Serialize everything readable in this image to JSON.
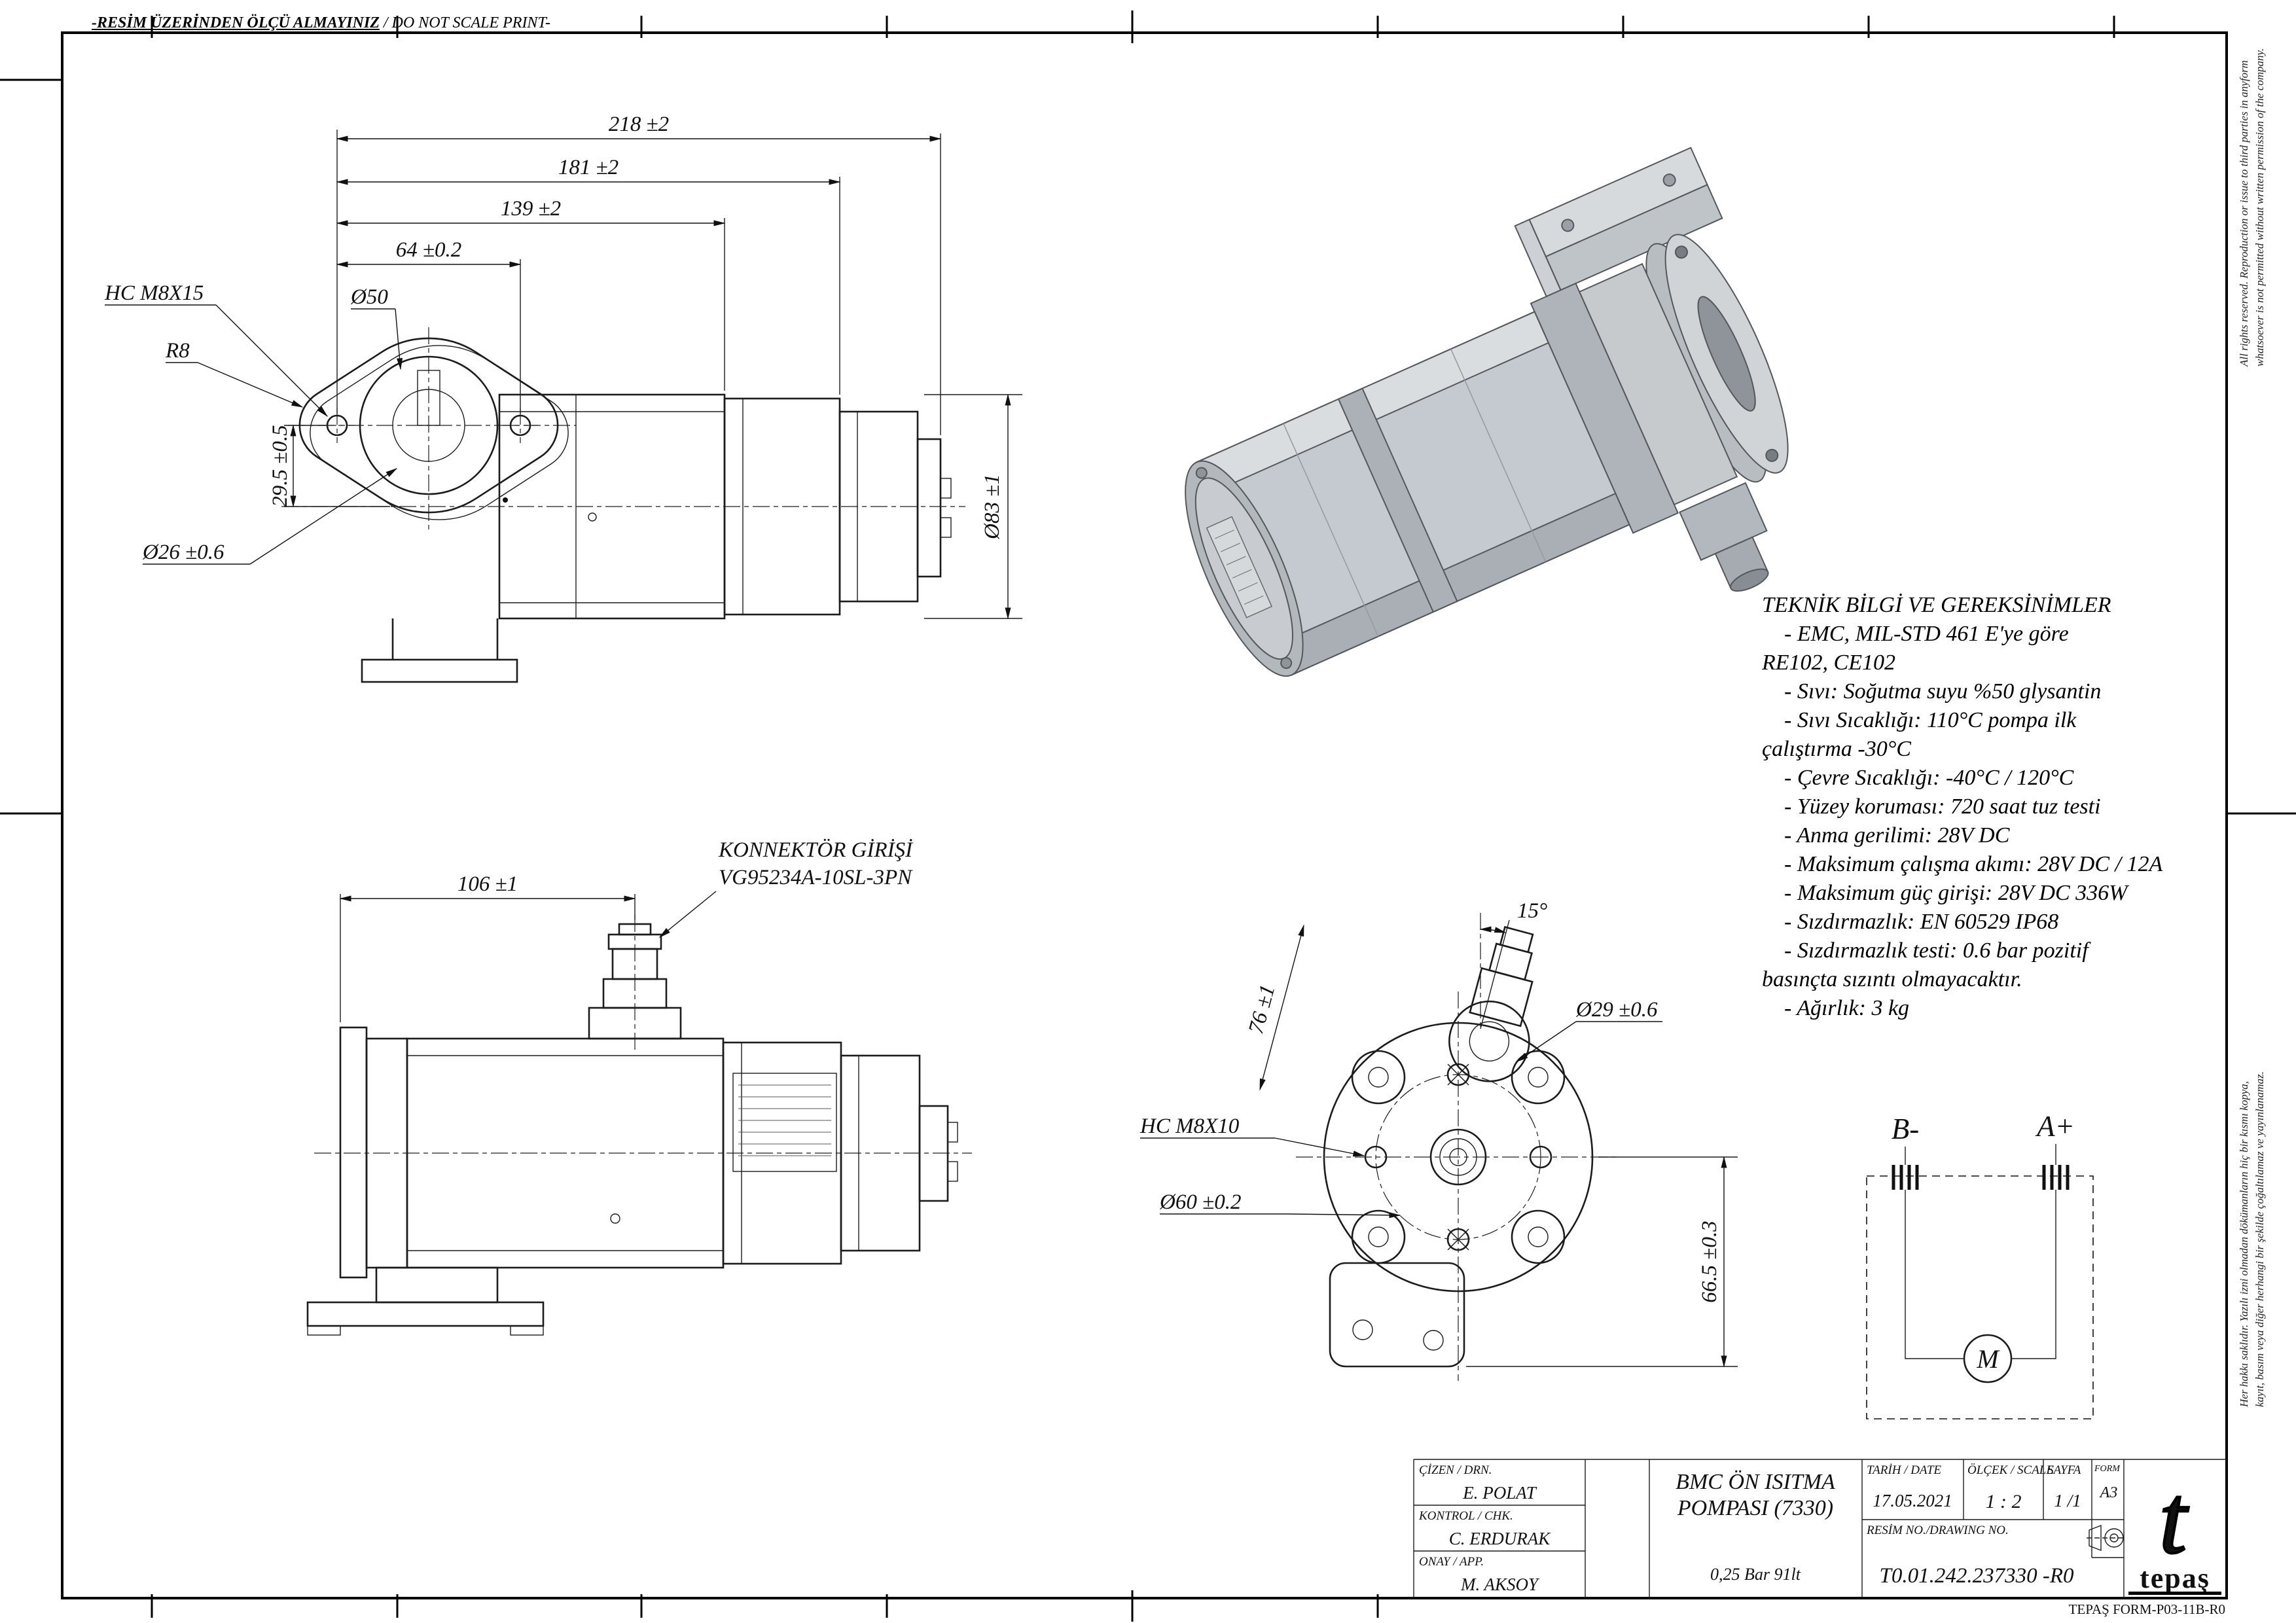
{
  "page": {
    "no_scale_tr": "-RESİM ÜZERİNDEN ÖLÇÜ ALMAYINIZ",
    "no_scale_en": " / DO NOT SCALE PRINT-",
    "form_ref": "TEPAŞ FORM-P03-11B-R0",
    "copyright_en_1": "All rights reserved. Reproduction or issue to third parties in anyform",
    "copyright_en_2": "whatsoever is not permitted without written permission of the company.",
    "copyright_tr_1": "Her hakkı saklıdır. Yazılı izni olmadan dökümanların hiç bir kısmı kopya,",
    "copyright_tr_2": "kayıt, basım veya diğer herhangi bir şekilde çoğaltılamaz ve yayınlanamaz."
  },
  "side_view": {
    "dim_218": "218 ±2",
    "dim_181": "181 ±2",
    "dim_139": "139 ±2",
    "dim_64": "64 ±0.2",
    "dia_50": "Ø50",
    "hc_label": "HC M8X15",
    "r8_label": "R8",
    "dim_29_5": "29.5 ±0.5",
    "dia_26": "Ø26 ±0.6",
    "dia_83": "Ø83 ±1"
  },
  "bottom_view": {
    "dim_106": "106 ±1",
    "connector_line1": "KONNEKTÖR GİRİŞİ",
    "connector_line2": "VG95234A-10SL-3PN"
  },
  "front_view": {
    "angle_15": "15°",
    "dim_76": "76 ±1",
    "dia_29": "Ø29 ±0.6",
    "hc_label": "HC M8X10",
    "dia_60": "Ø60 ±0.2",
    "dim_66_5": "66.5 ±0.3"
  },
  "tech_info": {
    "title": "TEKNİK BİLGİ VE GEREKSİNİMLER",
    "lines": [
      "    - EMC, MIL-STD 461 E'ye göre",
      "RE102, CE102",
      "    - Sıvı: Soğutma suyu %50 glysantin",
      "    - Sıvı Sıcaklığı: 110°C pompa ilk",
      "çalıştırma -30°C",
      "    - Çevre Sıcaklığı: -40°C / 120°C",
      "    - Yüzey koruması: 720 saat tuz testi",
      "    - Anma gerilimi: 28V DC",
      "    - Maksimum çalışma akımı: 28V DC / 12A",
      "    - Maksimum güç girişi: 28V DC 336W",
      "    - Sızdırmazlık: EN 60529 IP68",
      "    - Sızdırmazlık testi: 0.6 bar pozitif",
      "basınçta sızıntı olmayacaktır.",
      "    - Ağırlık: 3 kg"
    ]
  },
  "schematic": {
    "b_minus": "B-",
    "a_plus": "A+",
    "motor": "M"
  },
  "title_block": {
    "drawn_label": "ÇİZEN / DRN.",
    "drawn_name": "E. POLAT",
    "checked_label": "KONTROL / CHK.",
    "checked_name": "C. ERDURAK",
    "approved_label": "ONAY / APP.",
    "approved_name": "M. AKSOY",
    "title_line1": "BMC ÖN ISITMA",
    "title_line2": "POMPASI (7330)",
    "subtitle": "0,25 Bar 91lt",
    "date_label": "TARİH / DATE",
    "date_value": "17.05.2021",
    "scale_label": "ÖLÇEK / SCALE",
    "scale_value": "1 : 2",
    "sheet_label": "SAYFA",
    "sheet_value": "1 /1",
    "form_label": "FORM",
    "form_value": "A3",
    "drawing_no_label": "RESİM NO./DRAWING NO.",
    "drawing_no_value": "T0.01.242.237330 -R0",
    "logo_text": "tepaş"
  }
}
